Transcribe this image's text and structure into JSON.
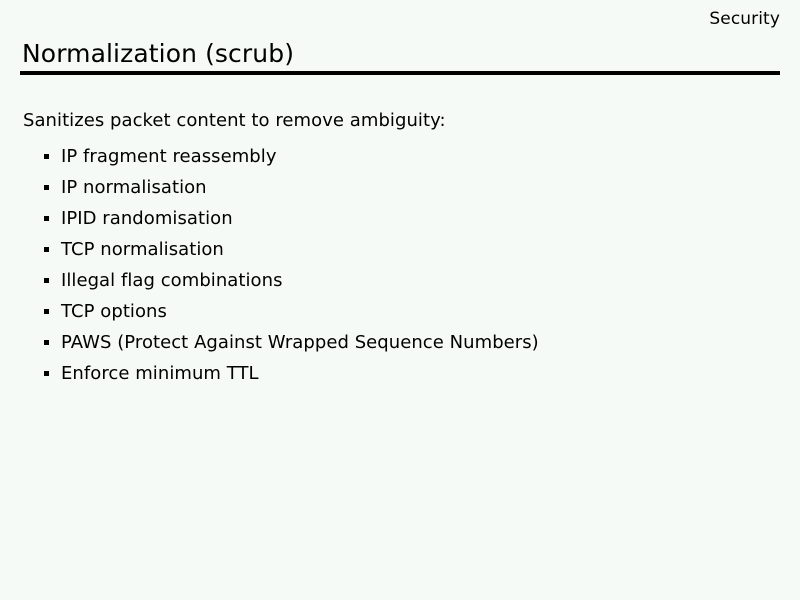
{
  "slide": {
    "header_label": "Security",
    "title": "Normalization (scrub)",
    "intro": "Sanitizes packet content to remove ambiguity:",
    "bullets": [
      {
        "text": "IP fragment reassembly"
      },
      {
        "text": "IP normalisation"
      },
      {
        "text": "IPID randomisation"
      },
      {
        "text": "TCP normalisation"
      },
      {
        "text": "Illegal flag combinations"
      },
      {
        "text": "TCP options"
      },
      {
        "text": "PAWS (Protect Against Wrapped Sequence Numbers)"
      },
      {
        "text": "Enforce minimum TTL"
      }
    ],
    "colors": {
      "background": "#f6faf7",
      "text": "#000000",
      "rule": "#000000"
    }
  }
}
